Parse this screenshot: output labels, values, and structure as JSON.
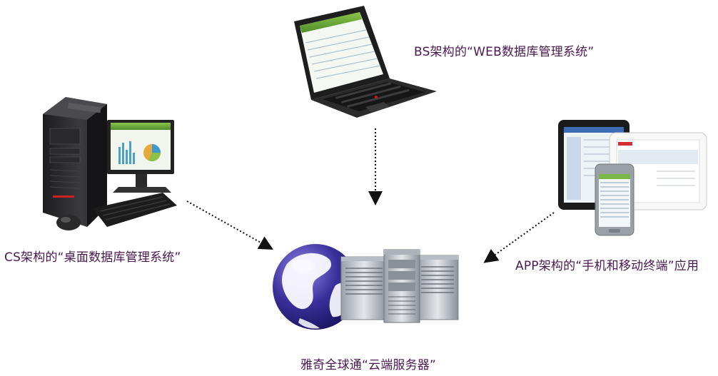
{
  "labels": {
    "bs": "BS架构的“WEB数据库管理系统”",
    "cs": "CS架构的“桌面数据库管理系统”",
    "app": "APP架构的“手机和移动终端”应用",
    "cloud": "雅奇全球通“云端服务器”"
  },
  "icons": [
    "laptop-icon",
    "desktop-computer-icon",
    "tablet-and-phone-icon",
    "globe-icon",
    "server-rack-icon"
  ],
  "colors": {
    "label_text": "#4a1850",
    "globe_blue": "#3a2f9a",
    "screen_green": "#6cb33f",
    "device_dark": "#2a2a2a",
    "server_gray": "#c9cdd2"
  }
}
